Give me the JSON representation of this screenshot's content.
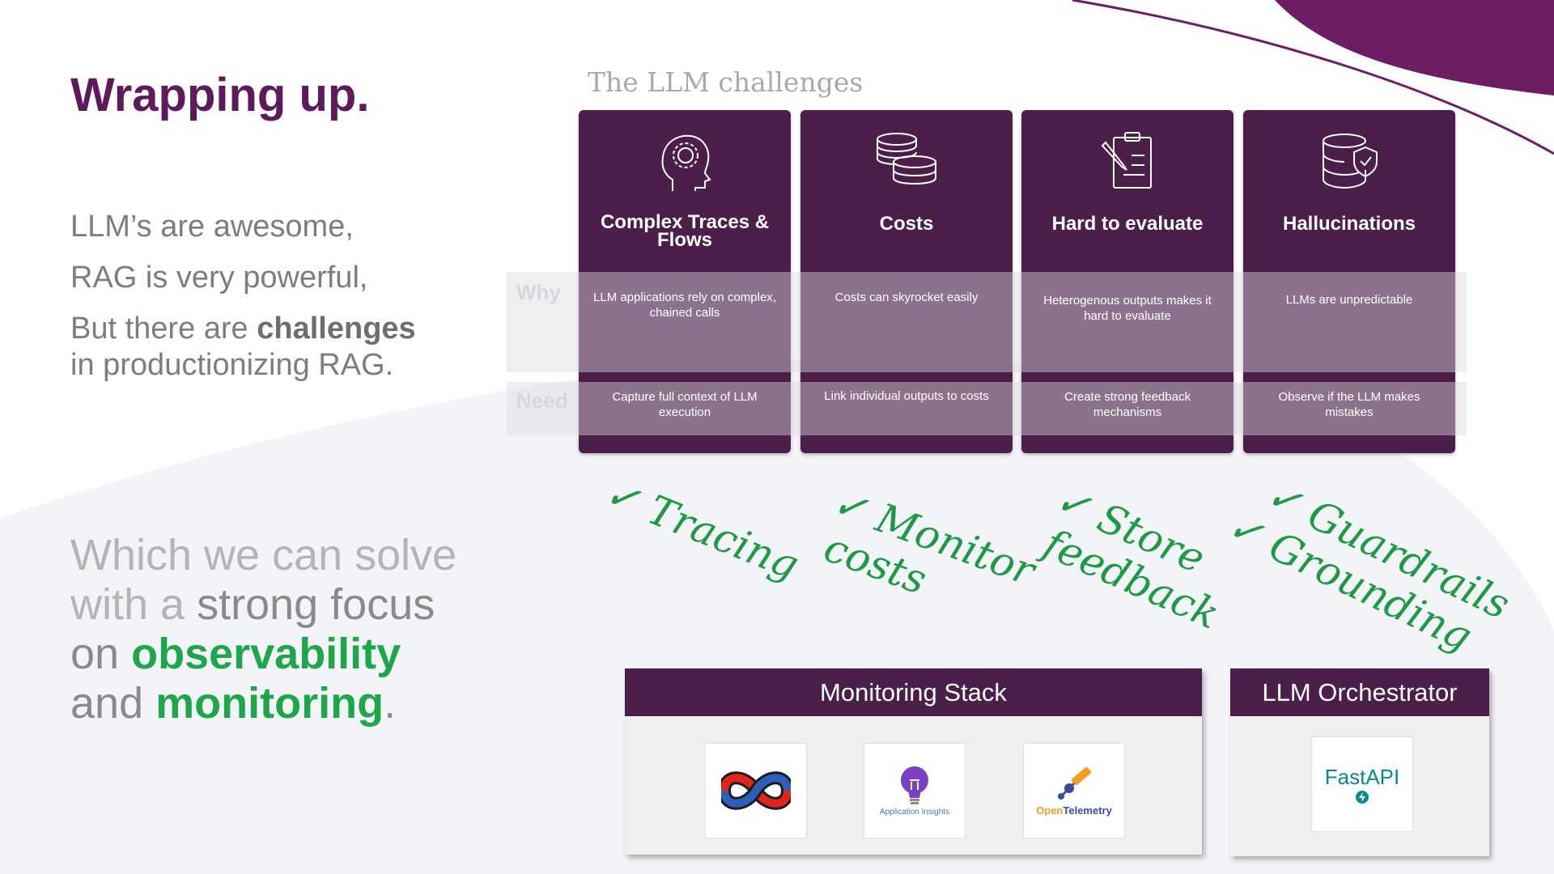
{
  "slide": {
    "title": "Wrapping up.",
    "intro": {
      "line1": "LLM’s are awesome,",
      "line2": "RAG is very powerful,",
      "line3_prefix": "But there are ",
      "line3_bold": "challenges",
      "line4": "in productionizing RAG."
    },
    "solve": {
      "p1": "Which we can solve",
      "p2a": "with a ",
      "p2b": "strong focus",
      "p3a": "on ",
      "p3b": "observability",
      "p4a": "and ",
      "p4b": "monitoring",
      "p4c": "."
    }
  },
  "challenges": {
    "title": "The LLM challenges",
    "row_labels": {
      "why": "Why",
      "need": "Need"
    },
    "cards": [
      {
        "icon": "head-gear-icon",
        "title_l1": "Complex Traces &",
        "title_l2": "Flows",
        "why": "LLM applications rely on complex, chained calls",
        "need": "Capture full context of LLM execution"
      },
      {
        "icon": "coins-icon",
        "title_l1": "Costs",
        "title_l2": "",
        "why": "Costs can skyrocket easily",
        "need": "Link individual outputs to costs"
      },
      {
        "icon": "clipboard-pencil-icon",
        "title_l1": "Hard to evaluate",
        "title_l2": "",
        "why": "Heterogenous outputs makes it hard to evaluate",
        "need": "Create strong feedback mechanisms"
      },
      {
        "icon": "database-shield-icon",
        "title_l1": "Hallucinations",
        "title_l2": "",
        "why": "LLMs are unpredictable",
        "need": "Observe if the LLM makes mistakes"
      }
    ]
  },
  "solutions": {
    "check": "✓",
    "tracing": "Tracing",
    "monitor": "Monitor",
    "costs": "costs",
    "store": "Store",
    "feedback": "feedback",
    "guardrails": "Guardrails",
    "grounding": "Grounding"
  },
  "monitoring_stack": {
    "title": "Monitoring Stack",
    "appinsights_caption": "Application Insights",
    "otel_open": "Open",
    "otel_rest": "Telemetry"
  },
  "orchestrator": {
    "title": "LLM Orchestrator",
    "fastapi_label": "FastAPI"
  },
  "colors": {
    "brand_purple": "#5f1a5c",
    "card_purple": "#4c1e4a",
    "accent_green": "#1ea64a",
    "text_gray": "#7d7d7d"
  }
}
